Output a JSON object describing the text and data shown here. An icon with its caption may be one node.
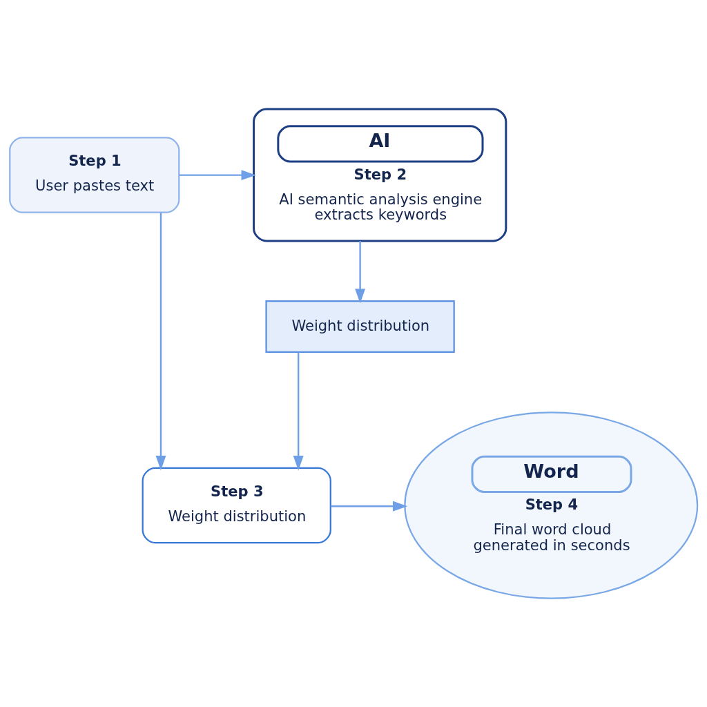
{
  "diagram": {
    "nodes": [
      {
        "text": [
          "Step 1",
          "User pastes text"
        ]
      },
      {
        "text": [
          "AI",
          "Step 2",
          "AI semantic analysis engine extracts keywords"
        ]
      },
      {
        "text": [
          "Weight distribution"
        ]
      },
      {
        "text": [
          "Step 3",
          "Weight distribution"
        ]
      },
      {
        "text": [
          "Word",
          "Step 4",
          "Final word cloud generated in seconds"
        ]
      }
    ],
    "edges": [
      {
        "from": 0,
        "to": 1,
        "arrow": "to"
      },
      {
        "from": 1,
        "to": 2,
        "arrow": "to"
      },
      {
        "from": 2,
        "to": 3,
        "arrow": "to"
      },
      {
        "from": 0,
        "to": 3,
        "arrow": "to"
      },
      {
        "from": 3,
        "to": 4,
        "arrow": "to"
      }
    ]
  }
}
